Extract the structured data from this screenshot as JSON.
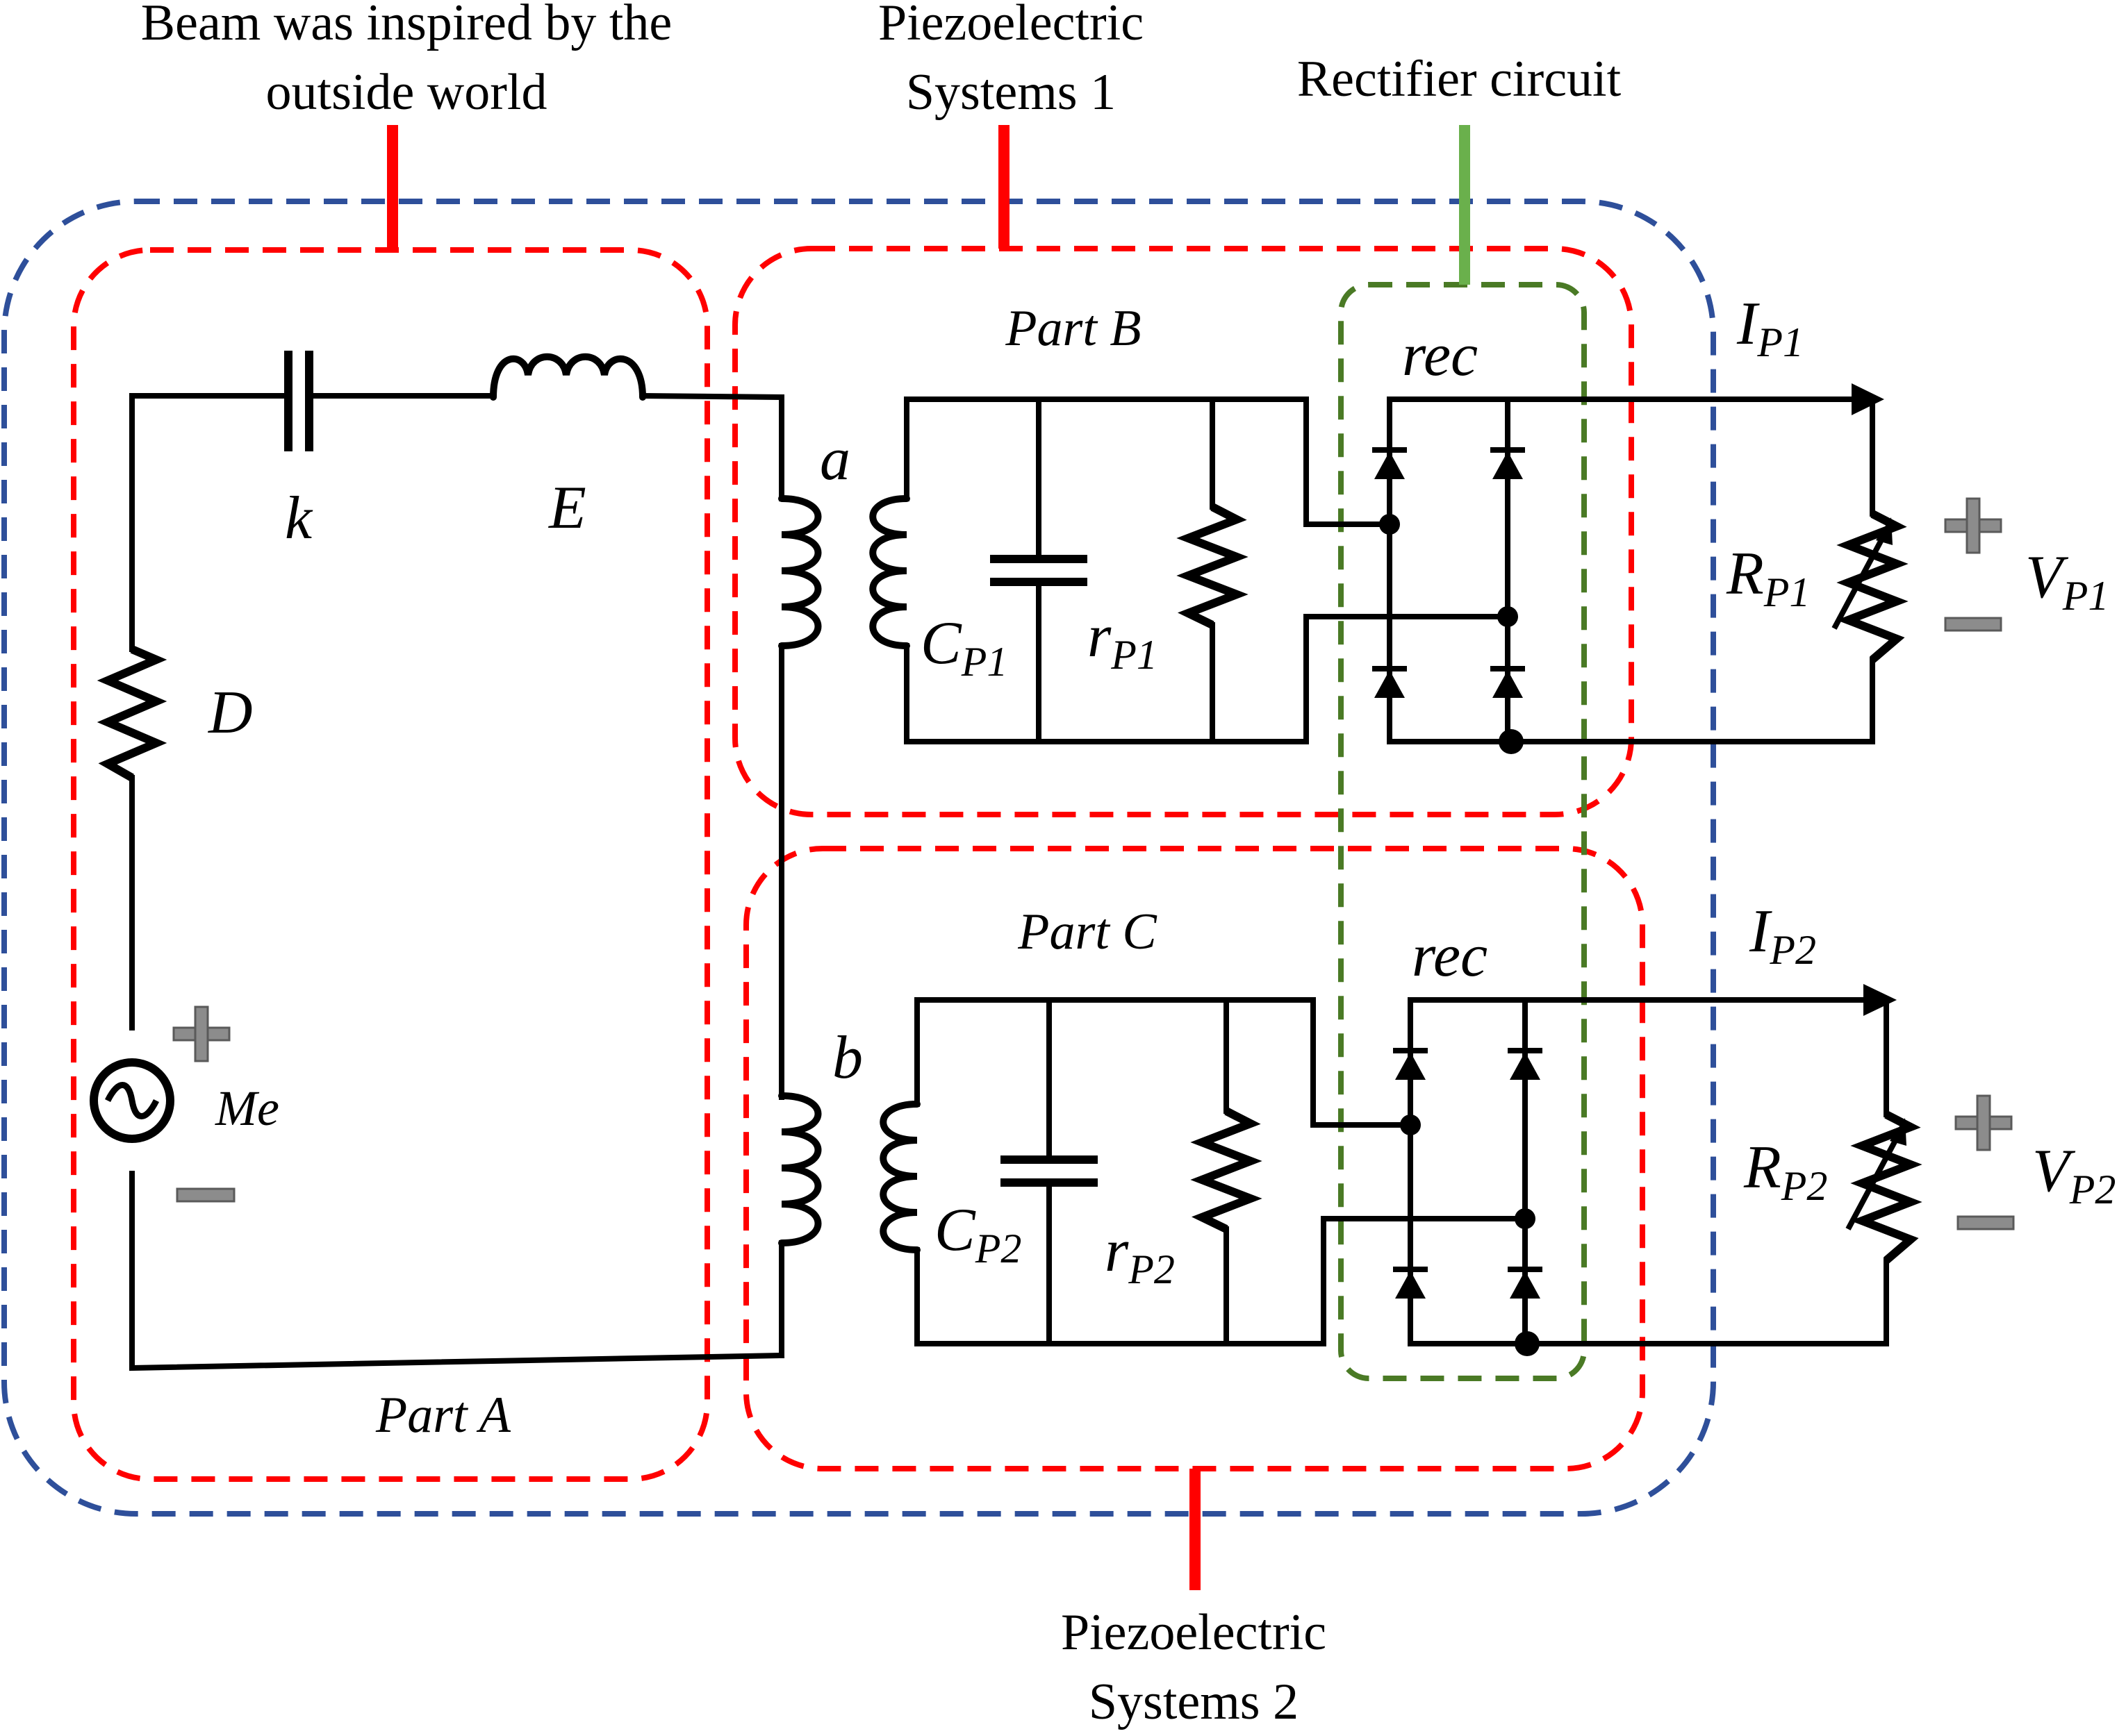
{
  "colors": {
    "wire": "#000000",
    "part_box": "#ff0000",
    "system_box": "#2e4f9a",
    "rectifier_box": "#4a7a25",
    "rectifier_leader": "#6ab04c",
    "sign": "#8c8c8c"
  },
  "callouts": {
    "beam_line1": "Beam was inspired by the",
    "beam_line2": "outside world",
    "piezo1_line1": "Piezoelectric",
    "piezo1_line2": "Systems 1",
    "rectifier": "Rectifier circuit",
    "piezo2_line1": "Piezoelectric",
    "piezo2_line2": "Systems 2"
  },
  "parts": {
    "a": "Part A",
    "b": "Part B",
    "c": "Part C"
  },
  "components": {
    "k": "k",
    "E": "E",
    "D": "D",
    "Me": "Me",
    "a": "a",
    "b": "b",
    "cp1_main": "C",
    "cp1_sub": "P1",
    "rp1_main": "r",
    "rp1_sub": "P1",
    "cp2_main": "C",
    "cp2_sub": "P2",
    "rp2_main": "r",
    "rp2_sub": "P2",
    "rec_top": "rec",
    "rec_bottom": "rec",
    "ip1_main": "I",
    "ip1_sub": "P1",
    "ip2_main": "I",
    "ip2_sub": "P2",
    "RP1_main": "R",
    "RP1_sub": "P1",
    "RP2_main": "R",
    "RP2_sub": "P2",
    "vp1_main": "V",
    "vp1_sub": "P1",
    "vp2_main": "V",
    "vp2_sub": "P2"
  }
}
